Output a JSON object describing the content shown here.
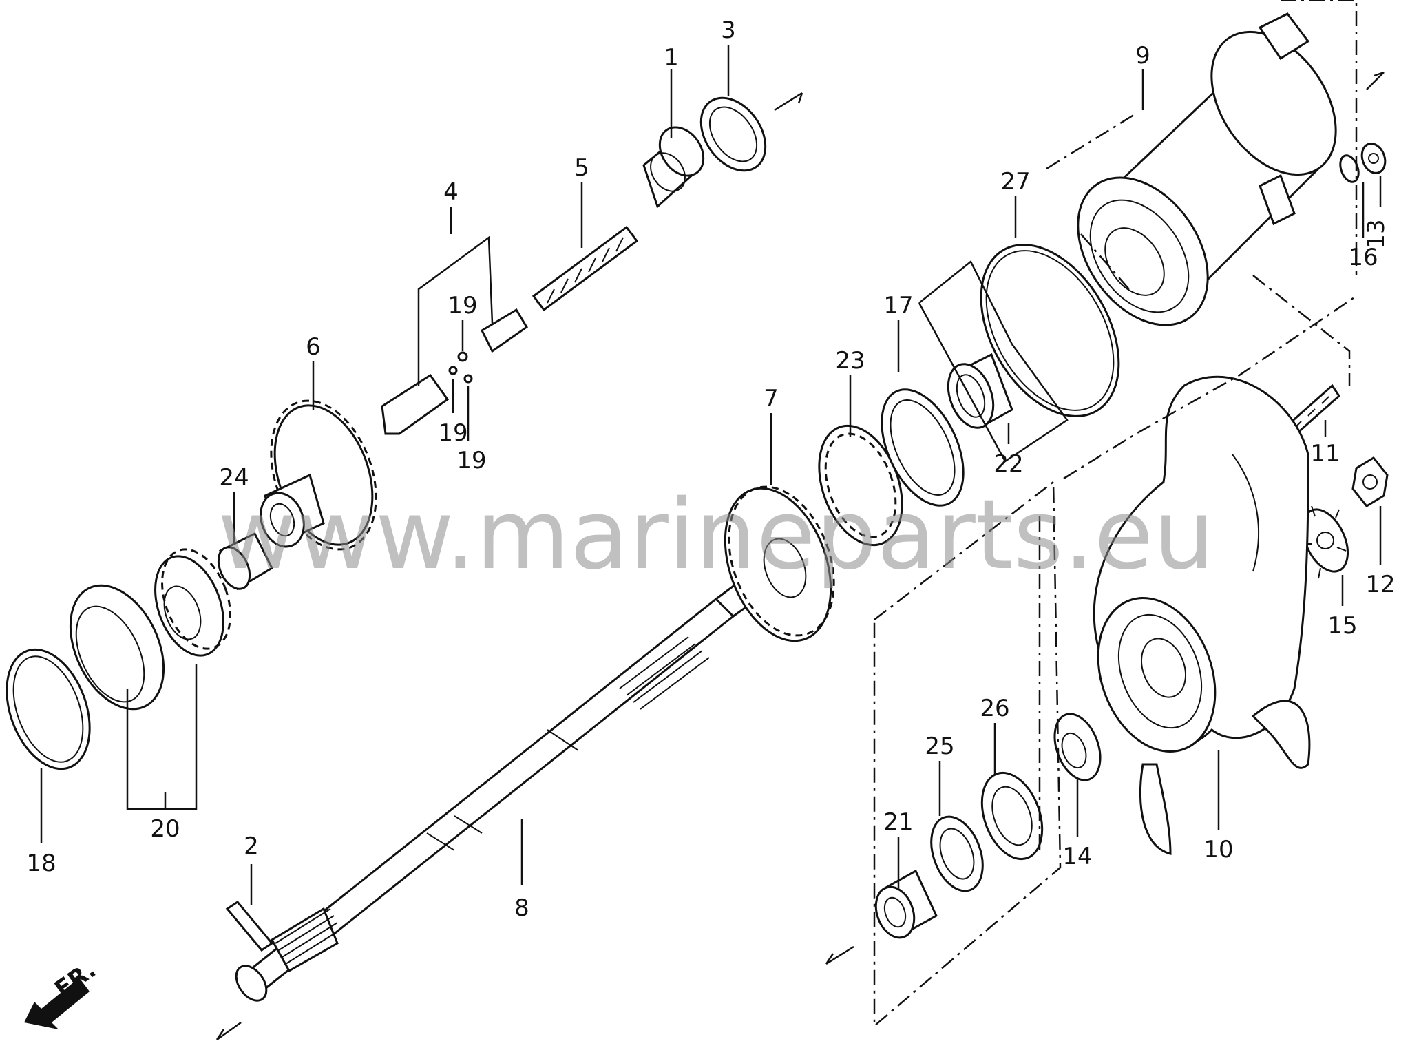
{
  "diagram": {
    "callouts": [
      "1",
      "2",
      "3",
      "4",
      "5",
      "6",
      "7",
      "8",
      "9",
      "10",
      "11",
      "12",
      "13",
      "14",
      "15",
      "16",
      "17",
      "18",
      "19",
      "19",
      "19",
      "20",
      "21",
      "22",
      "23",
      "24",
      "25",
      "26",
      "27"
    ],
    "direction_label": "FR.",
    "watermark": "www.marineparts.eu",
    "colors": {
      "line": "#111111",
      "background": "#ffffff",
      "watermark": "#8c8c8c"
    }
  }
}
